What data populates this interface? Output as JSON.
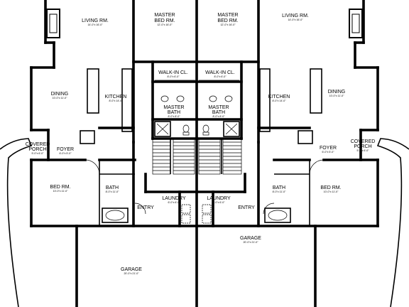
{
  "rooms": {
    "living_left": {
      "label": "LIVING RM.",
      "dims": "14'-0\"x 16'-0\""
    },
    "living_right": {
      "label": "LIVING RM.",
      "dims": "14'-0\"x 16'-0\""
    },
    "master_bed_left": {
      "label": "MASTER",
      "label2": "BED RM.",
      "dims": "12'-0\"x 16'-0\""
    },
    "master_bed_right": {
      "label": "MASTER",
      "label2": "BED RM.",
      "dims": "12'-0\"x 16'-0\""
    },
    "walkin_left": {
      "label": "WALK-IN CL.",
      "dims": "8'-0\"x 6'-0\""
    },
    "walkin_right": {
      "label": "WALK-IN CL.",
      "dims": "8'-0\"x 6'-0\""
    },
    "kitchen_left": {
      "label": "KITCHEN",
      "dims": "8'-0\"x 14'-0\""
    },
    "kitchen_right": {
      "label": "KITCHEN",
      "dims": "8'-0\"x 14'-0\""
    },
    "dining_left": {
      "label": "DINING",
      "dims": "10'-0\"x 11'-0\""
    },
    "dining_right": {
      "label": "DINING",
      "dims": "10'-0\"x 11'-0\""
    },
    "master_bath_left": {
      "label": "MASTER",
      "label2": "BATH",
      "dims": "8'-0\"x 8'-0\""
    },
    "master_bath_right": {
      "label": "MASTER",
      "label2": "BATH",
      "dims": "8'-0\"x 8'-0\""
    },
    "covered_porch_left": {
      "label": "COVERED",
      "label2": "PORCH",
      "dims": "5'-0\"x 6'-0\""
    },
    "covered_porch_right": {
      "label": "COVERED",
      "label2": "PORCH",
      "dims": "5'-0\"x 6'-0\""
    },
    "foyer_left": {
      "label": "FOYER",
      "dims": "6'-0\"x 5'-0\""
    },
    "foyer_right": {
      "label": "FOYER",
      "dims": "6'-0\"x 5'-0\""
    },
    "bed_left": {
      "label": "BED RM.",
      "dims": "10'-0\"x 11'-0\""
    },
    "bed_right": {
      "label": "BED RM.",
      "dims": "10'-0\"x 11'-0\""
    },
    "bath_left": {
      "label": "BATH",
      "dims": "8'-0\"x 11'-0\""
    },
    "bath_right": {
      "label": "BATH",
      "dims": "8'-0\"x 11'-0\""
    },
    "laundry_left": {
      "label": "LAUNDRY",
      "dims": "6'-0\"x 6'-0\""
    },
    "laundry_right": {
      "label": "LAUNDRY",
      "dims": "6'-0\"x 6'-0\""
    },
    "entry_left": {
      "label": "ENTRY"
    },
    "entry_right": {
      "label": "ENTRY"
    },
    "garage_left": {
      "label": "GARAGE",
      "dims": "20'-0\"x 21'-0\""
    },
    "garage_right": {
      "label": "GARAGE",
      "dims": "20'-0\"x 21'-0\""
    }
  }
}
